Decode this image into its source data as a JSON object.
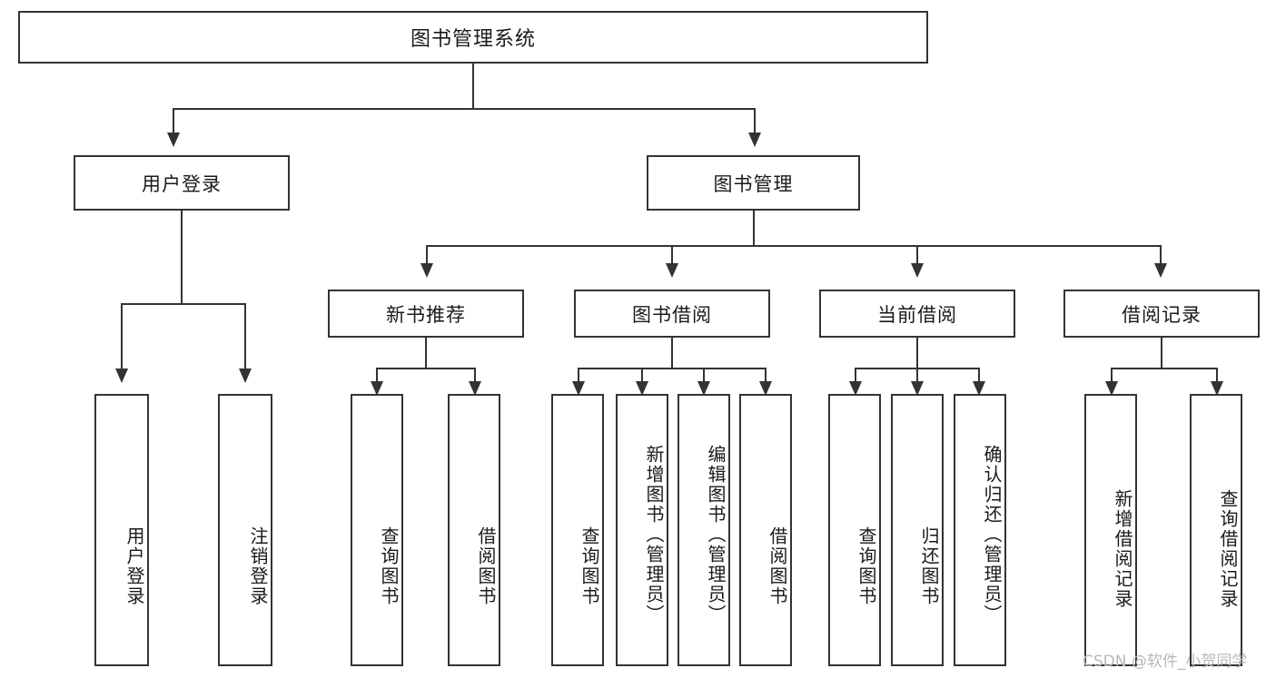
{
  "diagram": {
    "title": "图书管理系统",
    "root": {
      "label": "图书管理系统"
    },
    "level2": {
      "user_login": "用户登录",
      "book_manage": "图书管理"
    },
    "level3": {
      "new_book_recommend": "新书推荐",
      "book_borrow": "图书借阅",
      "current_borrow": "当前借阅",
      "borrow_record": "借阅记录"
    },
    "leaves": {
      "user_login_leaf": "用户登录",
      "logout_leaf": "注销登录",
      "recommend_query_book": "查询图书",
      "recommend_borrow_book": "借阅图书",
      "borrow_query_book": "查询图书",
      "borrow_add_book": "新增图书（管理员）",
      "borrow_edit_book": "编辑图书（管理员）",
      "borrow_borrow_book": "借阅图书",
      "current_query_book": "查询图书",
      "current_return_book": "归还图书",
      "current_confirm_return": "确认归还（管理员）",
      "record_add_record": "新增借阅记录",
      "record_query_record": "查询借阅记录"
    }
  },
  "watermark": {
    "text": "CSDN @软件_小贺同学"
  },
  "colors": {
    "stroke": "#333333",
    "background": "#ffffff",
    "text": "#1a1a1a",
    "watermark": "#b9b9b9"
  }
}
